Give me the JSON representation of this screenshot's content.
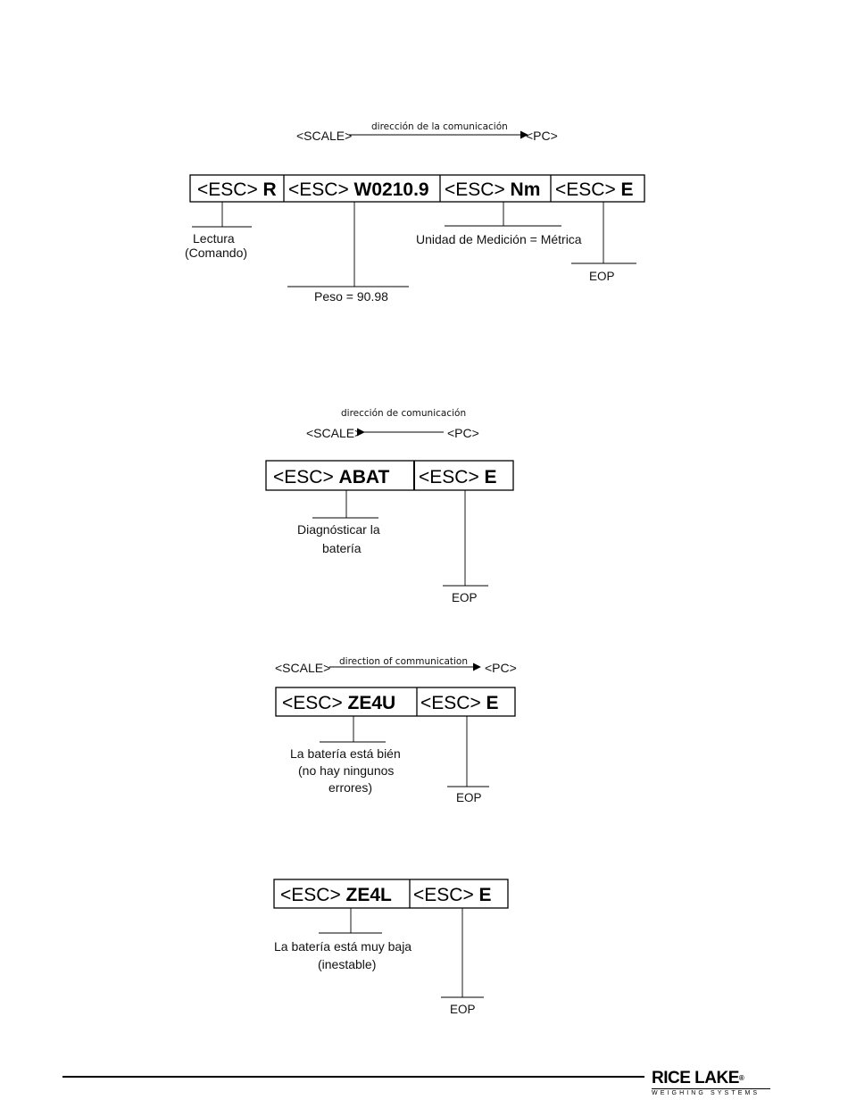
{
  "diagram1": {
    "source_label": "<SCALE>",
    "dest_label": "<PC>",
    "direction_label": "dirección de la comunicación",
    "segments": [
      {
        "prefix": "<ESC> ",
        "code": "R"
      },
      {
        "prefix": "<ESC> ",
        "code": "W0210.9"
      },
      {
        "prefix": "<ESC> ",
        "code": "Nm"
      },
      {
        "prefix": "<ESC> ",
        "code": "E"
      }
    ],
    "labels": {
      "lectura": [
        "Lectura",
        "(Comando)"
      ],
      "peso": "Peso = 90.98",
      "unidad": "Unidad de Medición = Métrica",
      "eop": "EOP"
    }
  },
  "diagram2": {
    "source_label": "<SCALE>",
    "dest_label": "<PC>",
    "direction_label": "dirección de comunicación",
    "segments": [
      {
        "prefix": "<ESC> ",
        "code": "ABAT"
      },
      {
        "prefix": "<ESC> ",
        "code": "E"
      }
    ],
    "labels": {
      "diag": [
        "Diagnósticar la",
        "batería"
      ],
      "eop": "EOP"
    }
  },
  "diagram3": {
    "source_label": "<SCALE>",
    "dest_label": "<PC>",
    "direction_label": "direction of communication",
    "segments": [
      {
        "prefix": "<ESC> ",
        "code": "ZE4U"
      },
      {
        "prefix": "<ESC> ",
        "code": "E"
      }
    ],
    "labels": {
      "ok": [
        "La batería está bién",
        "(no hay ningunos",
        "errores)"
      ],
      "eop": "EOP"
    }
  },
  "diagram4": {
    "segments": [
      {
        "prefix": "<ESC> ",
        "code": "ZE4L"
      },
      {
        "prefix": "<ESC> ",
        "code": "E"
      }
    ],
    "labels": {
      "low": [
        "La batería está muy baja",
        "(inestable)"
      ],
      "eop": "EOP"
    }
  },
  "footer": {
    "logo_main": "RICE LAKE",
    "logo_registered": "®",
    "logo_sub": "WEIGHING SYSTEMS"
  }
}
